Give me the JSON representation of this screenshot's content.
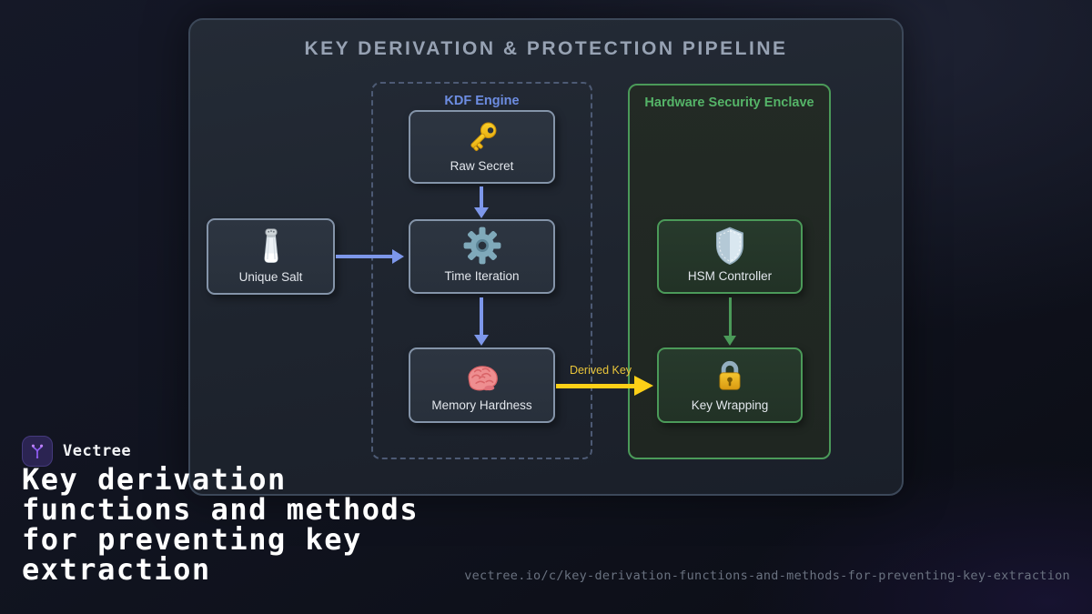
{
  "page": {
    "brand": "Vectree",
    "headline": "Key derivation functions and methods for preventing key extraction",
    "url": "vectree.io/c/key-derivation-functions-and-methods-for-preventing-key-extraction"
  },
  "diagram": {
    "title": "KEY DERIVATION & PROTECTION PIPELINE",
    "groups": [
      {
        "id": "kdf-engine",
        "label": "KDF Engine"
      },
      {
        "id": "hardware-security-enclave",
        "label": "Hardware Security Enclave"
      }
    ],
    "nodes": [
      {
        "id": "unique-salt",
        "label": "Unique Salt",
        "icon": "salt-shaker-icon"
      },
      {
        "id": "raw-secret",
        "label": "Raw Secret",
        "icon": "key-icon"
      },
      {
        "id": "time-iteration",
        "label": "Time Iteration",
        "icon": "gear-icon"
      },
      {
        "id": "memory-hardness",
        "label": "Memory Hardness",
        "icon": "brain-icon"
      },
      {
        "id": "hsm-controller",
        "label": "HSM Controller",
        "icon": "shield-icon"
      },
      {
        "id": "key-wrapping",
        "label": "Key Wrapping",
        "icon": "lock-icon"
      }
    ],
    "edges": [
      {
        "from": "unique-salt",
        "to": "time-iteration",
        "color": "blue",
        "label": ""
      },
      {
        "from": "raw-secret",
        "to": "time-iteration",
        "color": "blue",
        "label": ""
      },
      {
        "from": "time-iteration",
        "to": "memory-hardness",
        "color": "blue",
        "label": ""
      },
      {
        "from": "memory-hardness",
        "to": "key-wrapping",
        "color": "yellow",
        "label": "Derived Key"
      },
      {
        "from": "hsm-controller",
        "to": "key-wrapping",
        "color": "green",
        "label": ""
      }
    ],
    "colors": {
      "blue_arrow": "#7d97ea",
      "green_accent": "#4b9a59",
      "yellow_arrow": "#fdd017",
      "kdf_label": "#6d8de2",
      "enclave_label": "#55b468",
      "panel_title": "#97a2b3",
      "node_text": "#e2e6ec"
    }
  }
}
